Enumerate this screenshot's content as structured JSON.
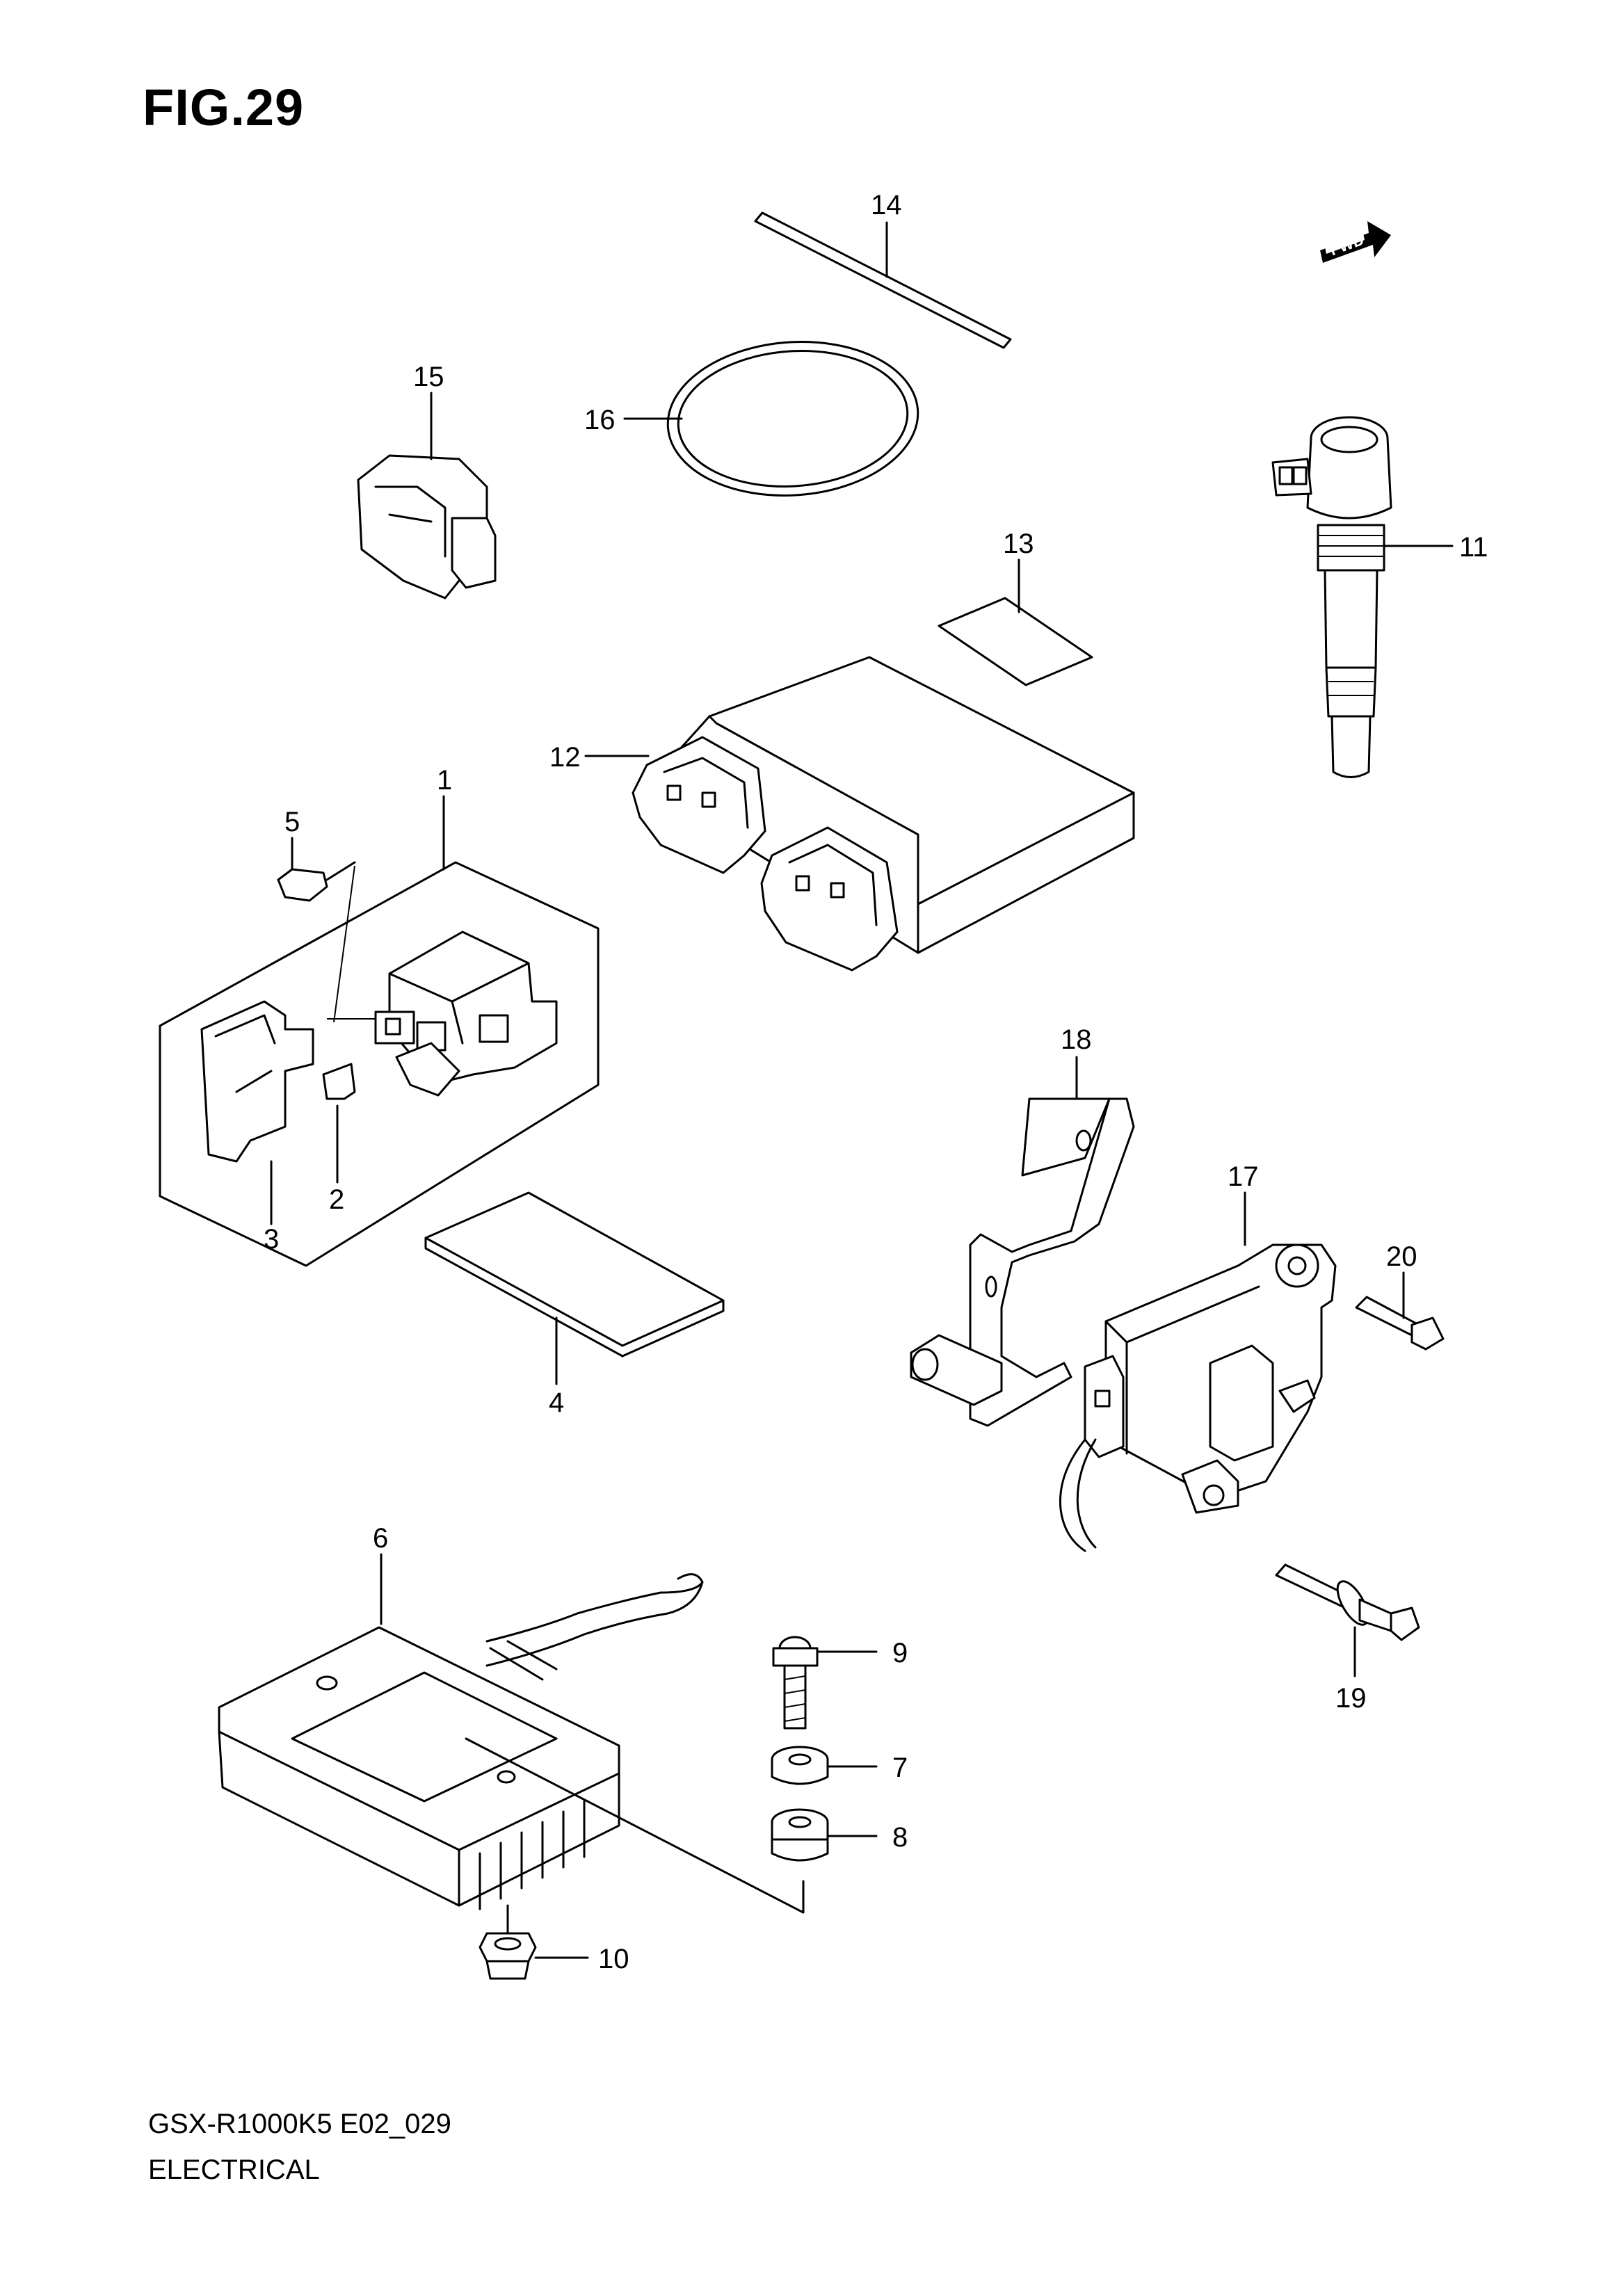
{
  "figure": {
    "title": "FIG.29"
  },
  "footer": {
    "code": "GSX-R1000K5 E02_029",
    "name": "ELECTRICAL"
  },
  "direction_badge": {
    "text": "FWD"
  },
  "callouts": {
    "c1": "1",
    "c2": "2",
    "c3": "3",
    "c4": "4",
    "c5": "5",
    "c6": "6",
    "c7": "7",
    "c8": "8",
    "c9": "9",
    "c10": "10",
    "c11": "11",
    "c12": "12",
    "c13": "13",
    "c14": "14",
    "c15": "15",
    "c16": "16",
    "c17": "17",
    "c18": "18",
    "c19": "19",
    "c20": "20"
  }
}
